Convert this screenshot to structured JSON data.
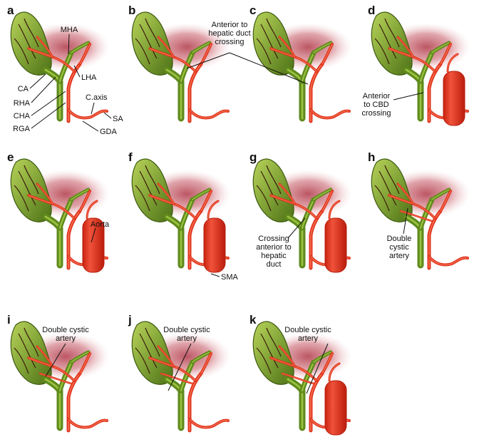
{
  "panels": [
    {
      "letter": "a",
      "labels": {
        "mha": "MHA",
        "lha": "LHA",
        "ca": "CA",
        "rha": "RHA",
        "cha": "CHA",
        "rga": "RGA",
        "caxis": "C.axis",
        "sa": "SA",
        "gda": "GDA"
      }
    },
    {
      "letter": "b",
      "labels": {
        "note": [
          "Anterior to",
          "hepatic duct",
          "crossing"
        ]
      }
    },
    {
      "letter": "c"
    },
    {
      "letter": "d",
      "labels": {
        "note": [
          "Anterior",
          "to CBD",
          "crossing"
        ]
      }
    },
    {
      "letter": "e",
      "labels": {
        "aorta": "Aorta"
      }
    },
    {
      "letter": "f",
      "labels": {
        "sma": "SMA"
      }
    },
    {
      "letter": "g",
      "labels": {
        "note": [
          "Crossing",
          "anterior to",
          "hepatic",
          "duct"
        ]
      }
    },
    {
      "letter": "h",
      "labels": {
        "note": [
          "Double",
          "cystic",
          "artery"
        ]
      }
    },
    {
      "letter": "i",
      "labels": {
        "note": [
          "Double cystic",
          "artery"
        ]
      }
    },
    {
      "letter": "j",
      "labels": {
        "note": [
          "Double cystic",
          "artery"
        ]
      }
    },
    {
      "letter": "k",
      "labels": {
        "note": [
          "Double cystic",
          "artery"
        ]
      }
    }
  ],
  "colors": {
    "gallbladder": "#7fa434",
    "duct": "#5f8a1c",
    "artery": "#e0321a",
    "liver_shadow": "#b03848"
  }
}
